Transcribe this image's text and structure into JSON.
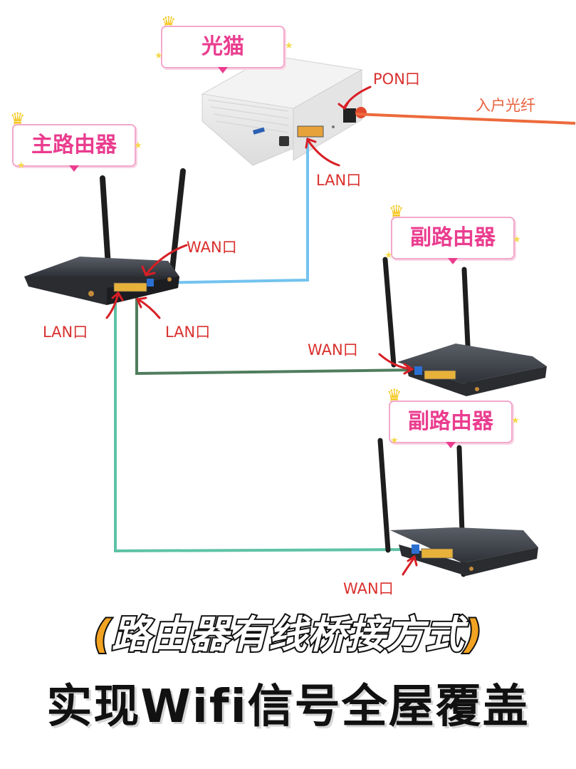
{
  "badges": {
    "modem": "光猫",
    "main_router": "主路由器",
    "sub_router_1": "副路由器",
    "sub_router_2": "副路由器"
  },
  "port_labels": {
    "pon": "PON口",
    "fiber": "入户光纤",
    "modem_lan": "LAN口",
    "main_wan": "WAN口",
    "main_lan_left": "LAN口",
    "main_lan_right": "LAN口",
    "sub1_wan": "WAN口",
    "sub2_wan": "WAN口"
  },
  "title": {
    "line1_open": "(",
    "line1_text": "路由器有线桥接方式",
    "line1_close": ")",
    "line2": "实现Wifi信号全屋覆盖"
  },
  "colors": {
    "badge_text": "#ea3d8f",
    "badge_border": "#f2a9cc",
    "label_text": "#d9302e",
    "fiber_cable": "#ed6a3c",
    "modem_to_main": "#73c3ef",
    "main_to_sub1": "#4f7d5d",
    "main_to_sub2": "#5ec2a6",
    "arrow": "#d81f26",
    "title_accent": "#f3a322"
  }
}
